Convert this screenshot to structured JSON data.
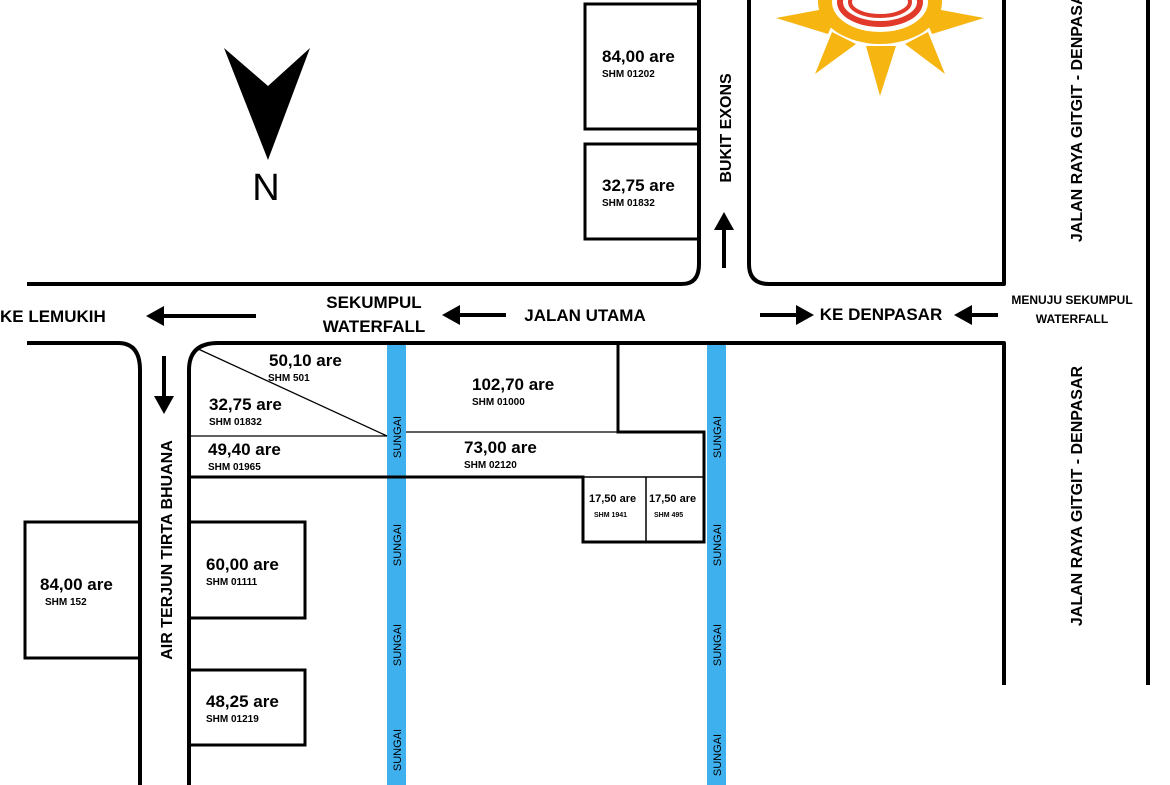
{
  "compass": {
    "north_label": "N"
  },
  "roads": {
    "ke_lemukih": "KE LEMUKIH",
    "sekumpul_waterfall": [
      "SEKUMPUL",
      "WATERFALL"
    ],
    "jalan_utama": "JALAN UTAMA",
    "ke_denpasar": "KE DENPASAR",
    "menuju_sekumpul": [
      "MENUJU SEKUMPUL",
      "WATERFALL"
    ],
    "bukit_exons": "BUKIT EXONS",
    "jalan_raya_top": "JALAN RAYA GITGIT - DENPASAR",
    "jalan_raya_bottom": "JALAN RAYA GITGIT - DENPASAR",
    "air_terjun": "AIR TERJUN TIRTA BHUANA"
  },
  "river_label": "SUNGAI",
  "plots": {
    "p_top1": {
      "area": "84,00 are",
      "shm": "SHM 01202"
    },
    "p_top2": {
      "area": "32,75 are",
      "shm": "SHM 01832"
    },
    "p_tri": {
      "area": "50,10 are",
      "shm": "SHM 501"
    },
    "p_3275": {
      "area": "32,75 are",
      "shm": "SHM 01832"
    },
    "p_4940": {
      "area": "49,40 are",
      "shm": "SHM 01965"
    },
    "p_10270": {
      "area": "102,70 are",
      "shm": "SHM 01000"
    },
    "p_7300": {
      "area": "73,00 are",
      "shm": "SHM 02120"
    },
    "p_1750a": {
      "area": "17,50 are",
      "shm": "SHM 1941"
    },
    "p_1750b": {
      "area": "17,50 are",
      "shm": "SHM 495"
    },
    "p_8400": {
      "area": "84,00 are",
      "shm": "SHM 152"
    },
    "p_6000": {
      "area": "60,00 are",
      "shm": "SHM 01111"
    },
    "p_4825": {
      "area": "48,25 are",
      "shm": "SHM 01219"
    }
  },
  "colors": {
    "river": "#3fb0ee",
    "sun": "#f7b512",
    "logo_red": "#e23a2a",
    "line": "#000000"
  }
}
